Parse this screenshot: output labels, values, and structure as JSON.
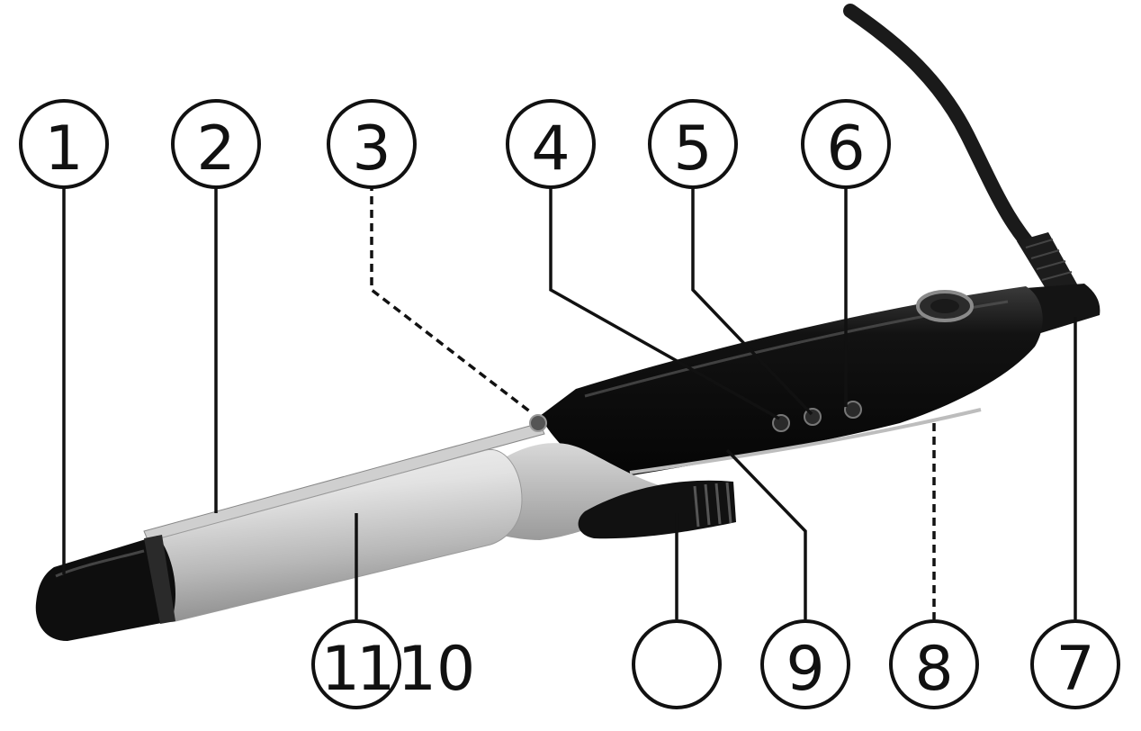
{
  "callouts": [
    {
      "label": "1"
    },
    {
      "label": "2"
    },
    {
      "label": "3"
    },
    {
      "label": "4"
    },
    {
      "label": "5"
    },
    {
      "label": "6"
    },
    {
      "label": "7"
    },
    {
      "label": "8"
    },
    {
      "label": "9"
    },
    {
      "label": ""
    },
    {
      "label": "11"
    }
  ],
  "stray_label": "10",
  "colors": {
    "ink": "#111111",
    "body_black": "#0e0e0e",
    "barrel_light": "#e6e6e6",
    "barrel_mid": "#a9a9a9",
    "cord": "#1a1a1a"
  }
}
